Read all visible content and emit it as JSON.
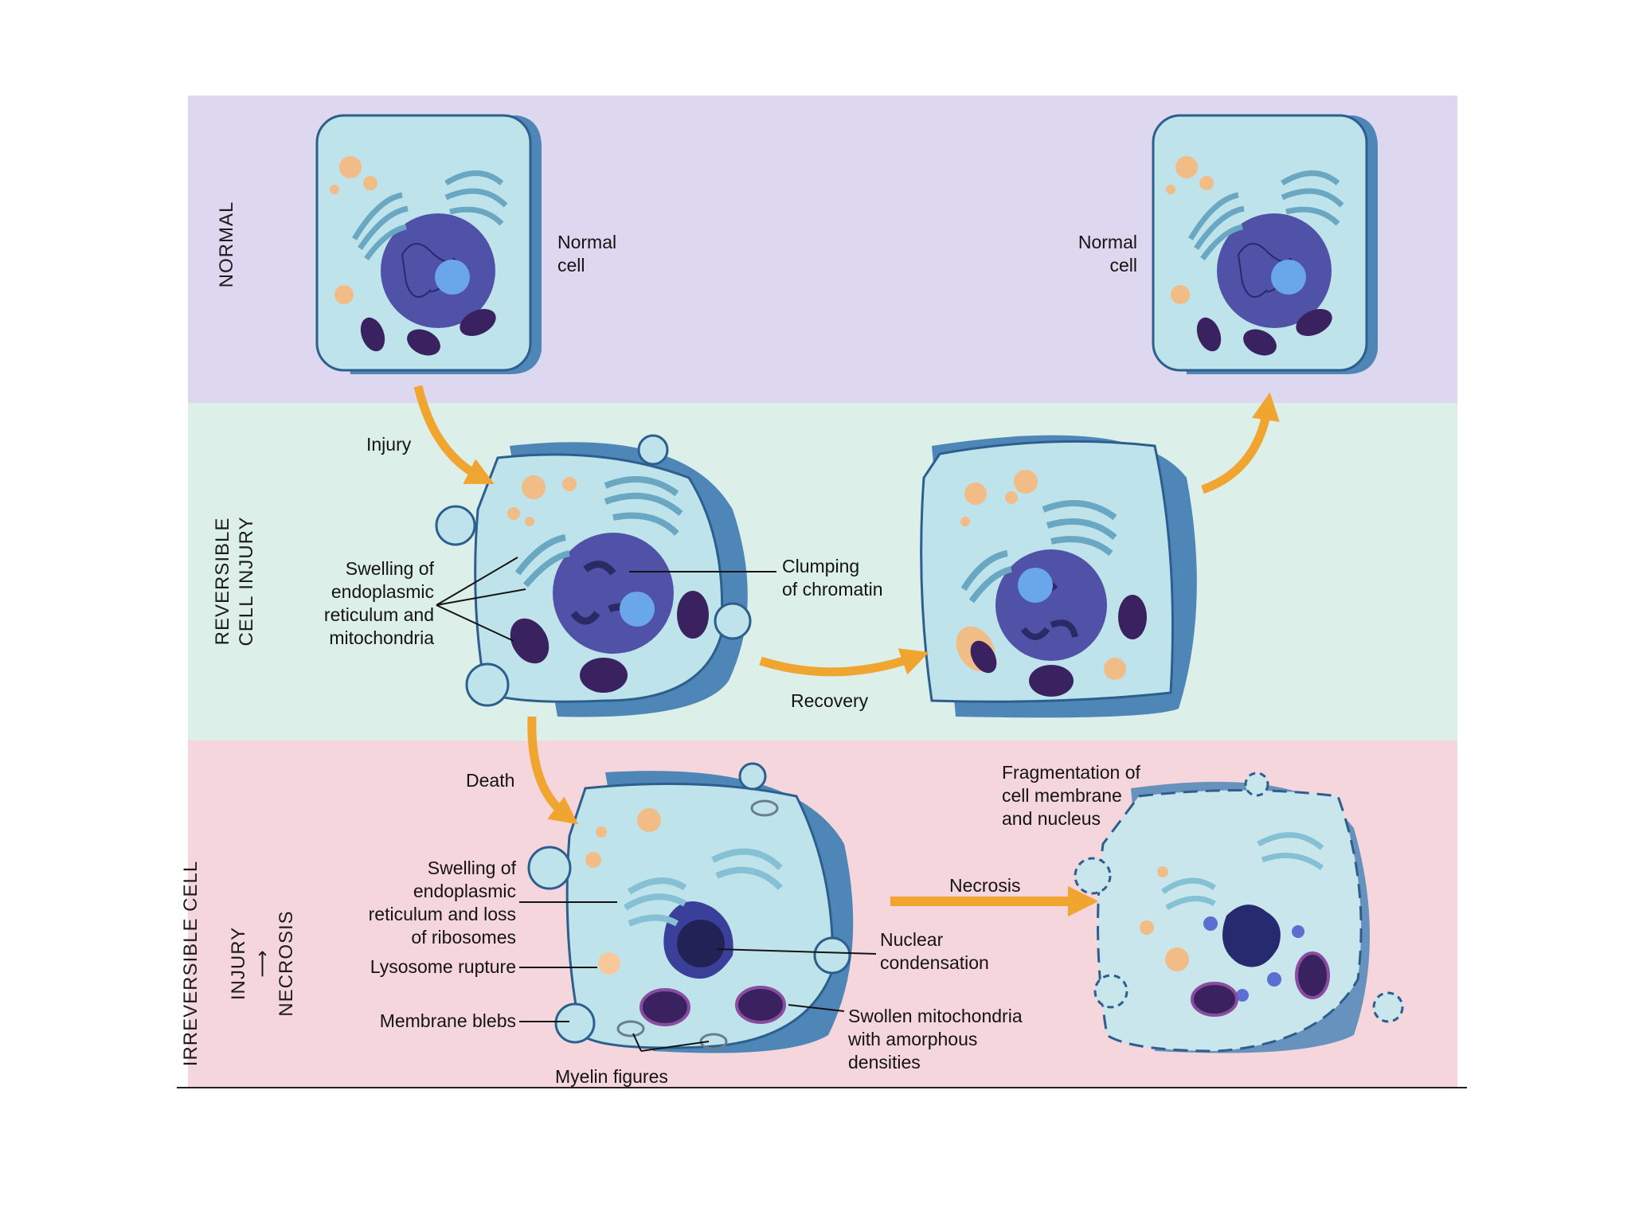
{
  "colors": {
    "band_normal": "#ddd8ef",
    "band_reversible": "#dcefe9",
    "band_irreversible": "#f4d6dc",
    "cell_fill": "#bfe3ea",
    "cell_shadow": "#4f86b8",
    "nucleus": "#5052a8",
    "nucleolus": "#6aa6ea",
    "mitochondria": "#3a2260",
    "granules": "#f2bc86",
    "er": "#6aa7c3",
    "arrow": "#f0a531"
  },
  "bands": {
    "normal": "NORMAL",
    "reversible": "REVERSIBLE\nCELL INJURY",
    "irreversible_top": "IRREVERSIBLE CELL",
    "irreversible_bottom_a": "INJURY",
    "irreversible_bottom_b": "NECROSIS"
  },
  "cells": {
    "normal_left": "Normal\ncell",
    "normal_right": "Normal\ncell"
  },
  "arrows": {
    "injury": "Injury",
    "recovery": "Recovery",
    "death": "Death",
    "necrosis": "Necrosis"
  },
  "annotations": {
    "swelling_er_mito": "Swelling of\nendoplasmic\nreticulum and\nmitochondria",
    "clumping": "Clumping\nof chromatin",
    "swelling_er_ribosomes": "Swelling of\nendoplasmic\nreticulum and loss\nof ribosomes",
    "lysosome": "Lysosome rupture",
    "blebs": "Membrane blebs",
    "myelin": "Myelin figures",
    "nuclear_condensation": "Nuclear\ncondensation",
    "swollen_mito": "Swollen mitochondria\nwith amorphous\ndensities",
    "fragmentation": "Fragmentation of\ncell membrane\nand nucleus"
  }
}
